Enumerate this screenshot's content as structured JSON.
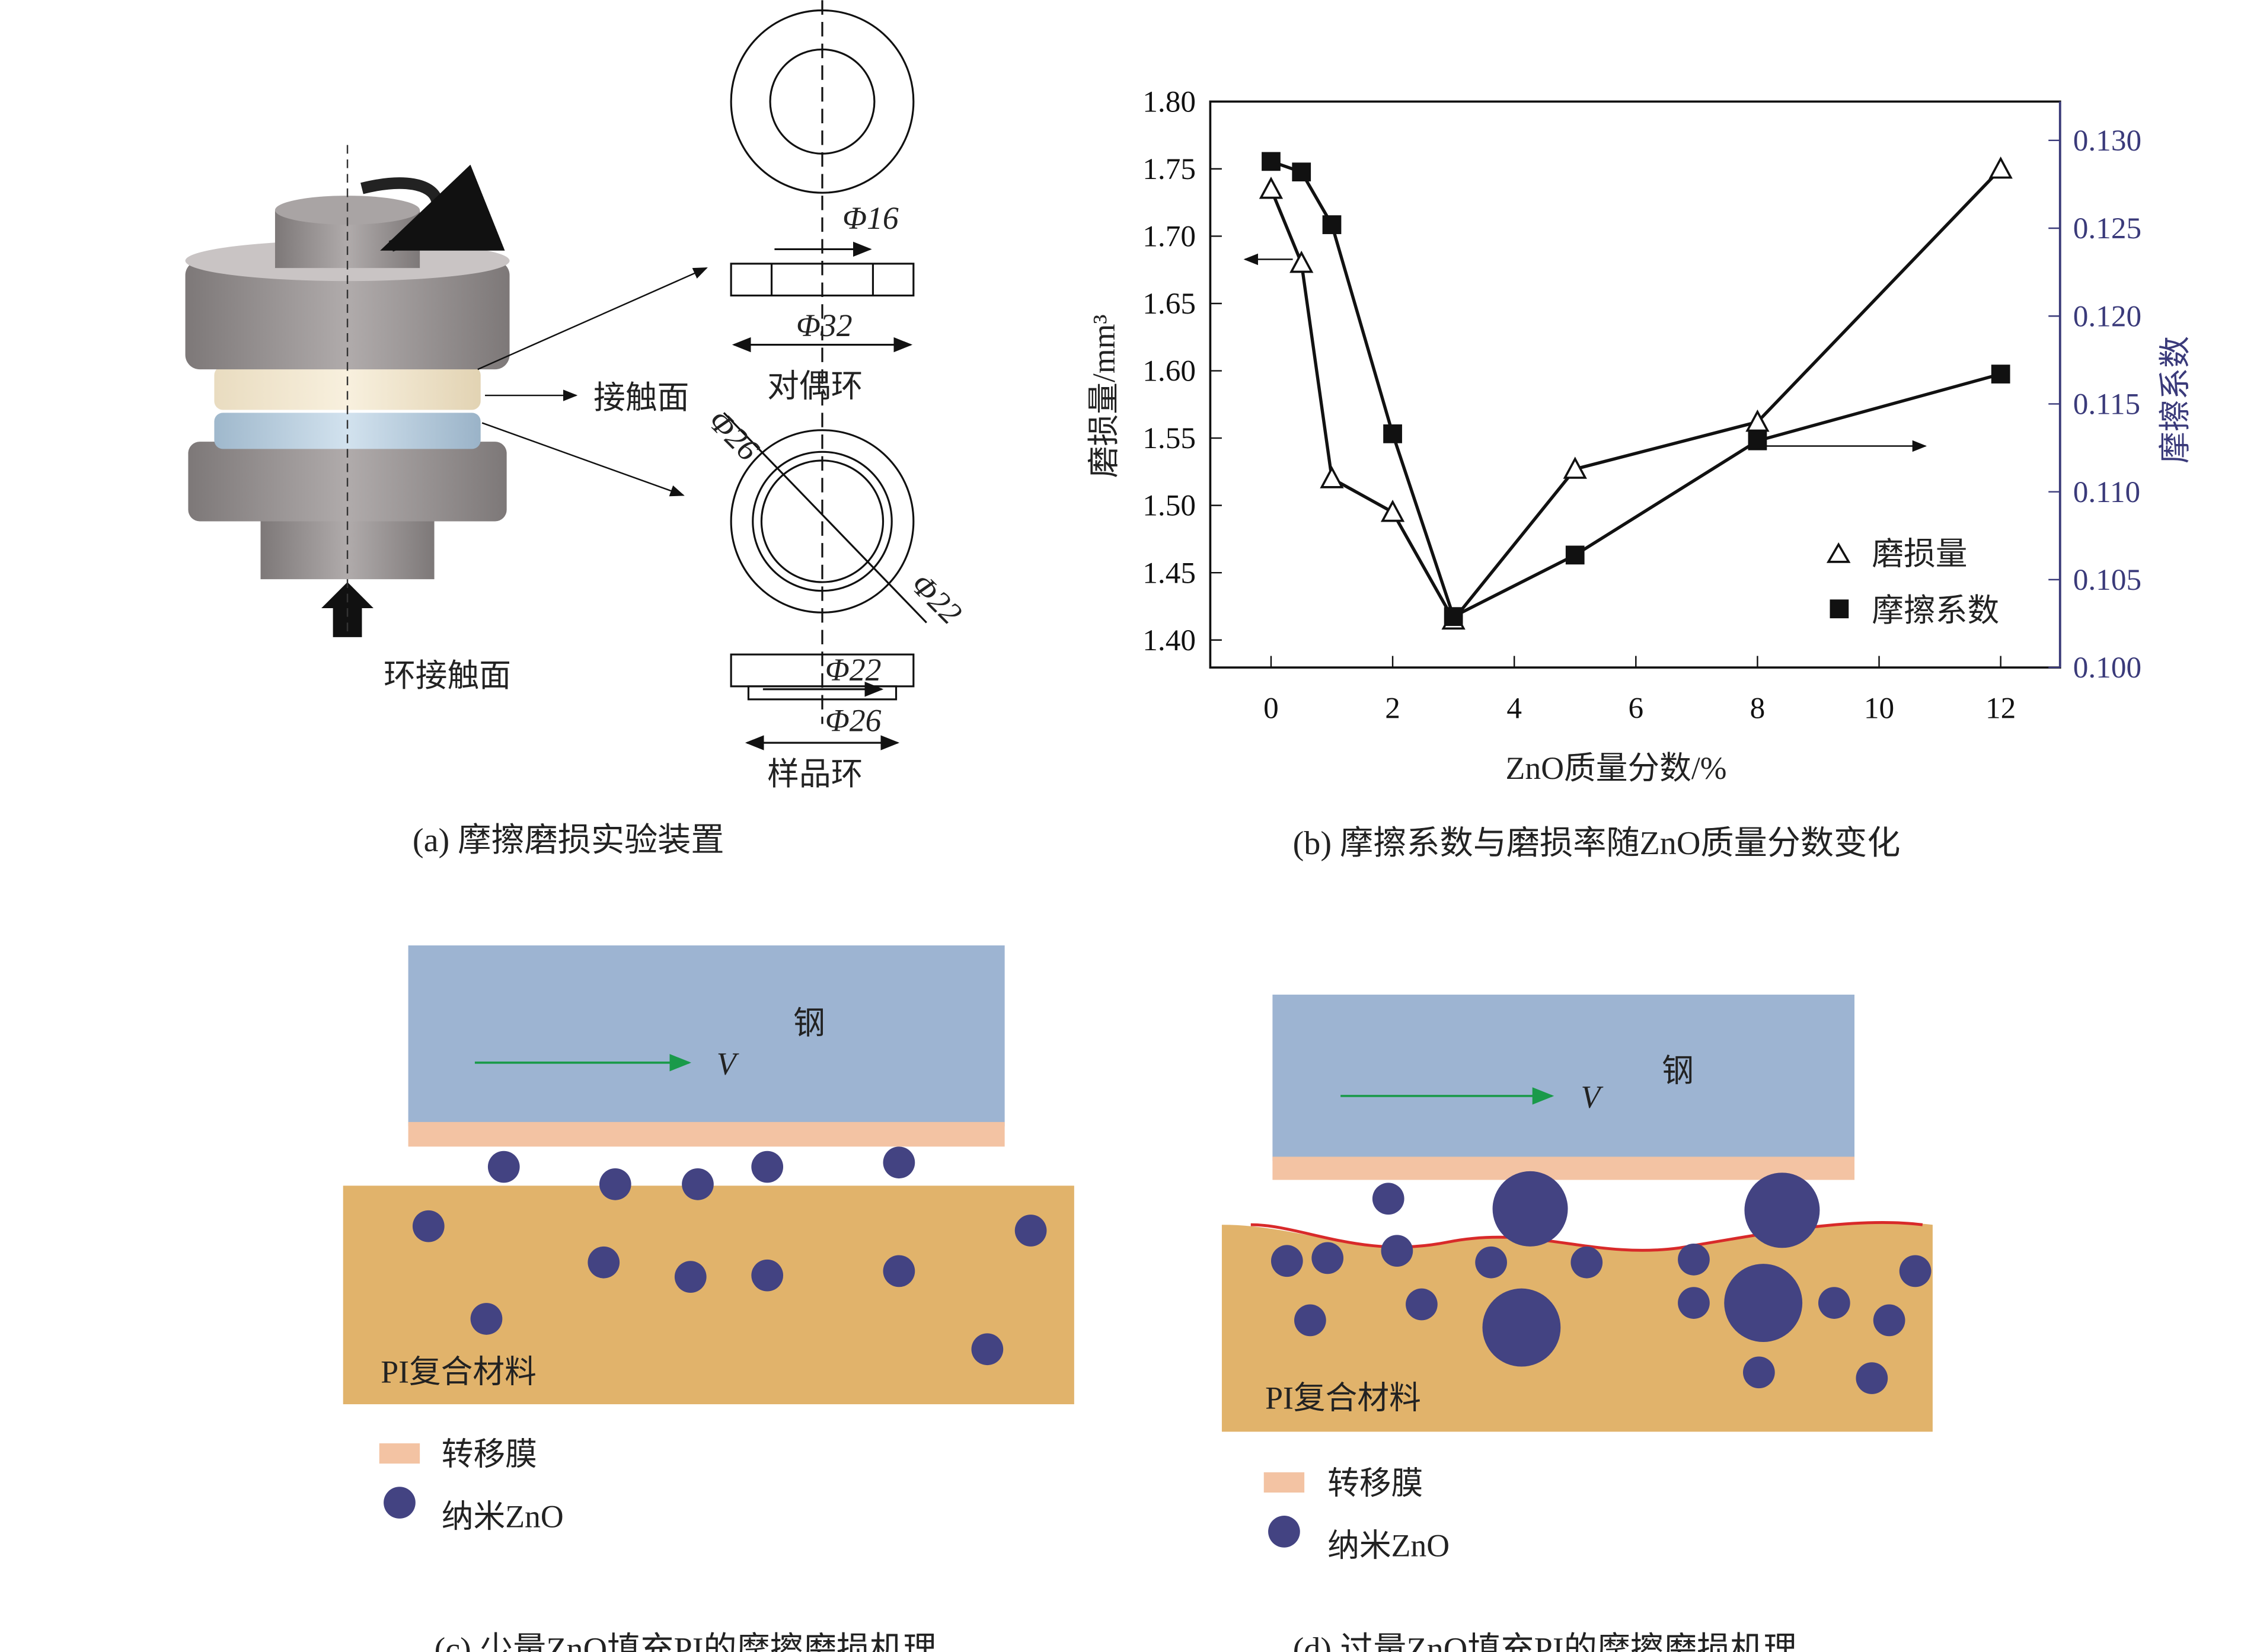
{
  "panel_a": {
    "caption": "(a) 摩擦磨损实验装置",
    "contact_surface": "接触面",
    "ring_contact": "环接触面",
    "counter_ring": "对偶环",
    "sample_ring": "样品环",
    "dim_phi16": "Φ16",
    "dim_phi32": "Φ32",
    "dim_phi26_a": "Φ26",
    "dim_phi22_a": "Φ22",
    "dim_phi22_b": "Φ22",
    "dim_phi26_b": "Φ26"
  },
  "panel_b": {
    "caption": "(b) 摩擦系数与磨损率随ZnO质量分数变化"
  },
  "chart_data": {
    "type": "line",
    "xlabel": "ZnO质量分数/%",
    "ylabel": "磨损量/mm³",
    "y2label": "摩擦系数",
    "xlim": [
      -1,
      13
    ],
    "ylim": [
      1.38,
      1.8
    ],
    "y2lim": [
      0.1,
      0.132
    ],
    "xticks": [
      "0",
      "2",
      "4",
      "6",
      "8",
      "10",
      "12"
    ],
    "yticks": [
      "1.40",
      "1.45",
      "1.50",
      "1.55",
      "1.60",
      "1.65",
      "1.70",
      "1.75",
      "1.80"
    ],
    "y2ticks": [
      "0.100",
      "0.105",
      "0.110",
      "0.115",
      "0.120",
      "0.125",
      "0.130"
    ],
    "legend_position": "bottom-right",
    "series": [
      {
        "name": "磨损量",
        "axis": "left",
        "marker": "open-triangle",
        "x": [
          0,
          0.5,
          1,
          2,
          3,
          5,
          8,
          12
        ],
        "y": [
          1.735,
          1.68,
          1.52,
          1.495,
          1.415,
          1.527,
          1.562,
          1.75
        ]
      },
      {
        "name": "摩擦系数",
        "axis": "right",
        "marker": "filled-square",
        "x": [
          0,
          0.5,
          1,
          2,
          3,
          5,
          8,
          12
        ],
        "y": [
          0.1288,
          0.1282,
          0.1252,
          0.1133,
          0.1029,
          0.1064,
          0.1129,
          0.1167
        ]
      }
    ]
  },
  "panel_c": {
    "caption": "(c) 少量ZnO填充PI的摩擦磨损机理",
    "steel": "钢",
    "velocity": "V",
    "composite": "PI复合材料",
    "legend_film": "转移膜",
    "legend_zno": "纳米ZnO"
  },
  "panel_d": {
    "caption": "(d) 过量ZnO填充PI的摩擦磨损机理",
    "steel": "钢",
    "velocity": "V",
    "composite": "PI复合材料",
    "legend_film": "转移膜",
    "legend_zno": "纳米ZnO"
  },
  "colors": {
    "steel": "#9db4d2",
    "transfer_film": "#f3c3a3",
    "composite": "#e1b36b",
    "zno": "#434382",
    "right_axis": "#3a3a7a",
    "velocity_arrow": "#1a9a4a",
    "wear_surface": "#d82a2a"
  }
}
